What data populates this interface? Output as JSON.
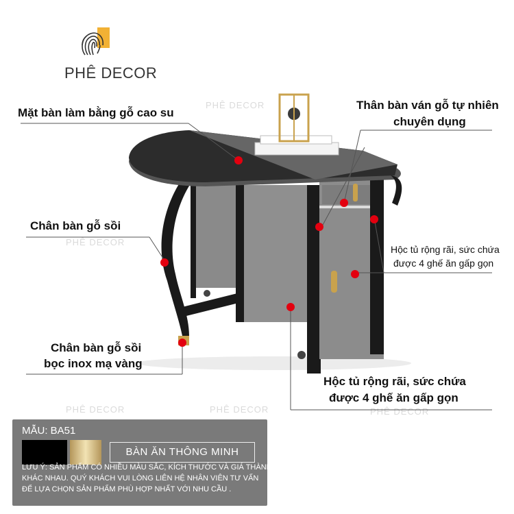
{
  "brand": {
    "name": "PHÊ DECOR",
    "logo_icon": "fingerprint-icon"
  },
  "watermark": "PHÊ DECOR",
  "callouts": {
    "top_left": "Mặt bàn làm bằng gỗ cao su",
    "top_right_line1": "Thân bàn ván gỗ tự nhiên",
    "top_right_line2": "chuyên dụng",
    "left_mid": "Chân bàn gỗ sồi",
    "right_mid_line1": "Hộc tủ rộng rãi, sức chứa",
    "right_mid_line2": "được 4 ghế ăn gấp gọn",
    "left_bottom_line1": "Chân bàn gỗ sồi",
    "left_bottom_line2": "bọc inox mạ vàng",
    "bottom_line1": "Hộc tủ rộng rãi, sức chứa",
    "bottom_line2": "được 4 ghế ăn gấp gọn"
  },
  "info": {
    "model": "MẪU: BA51",
    "product_name": "BÀN ĂN  THÔNG MINH",
    "note_line1": "LƯU Ý: SẢN PHẨM CÓ NHIỀU MÀU SẮC, KÍCH THƯỚC VÀ GIÁ THÀNH",
    "note_line2": "KHÁC NHAU. QUÝ KHÁCH VUI LÒNG LIÊN HỆ NHÂN VIÊN TƯ VẤN",
    "note_line3": "ĐỂ LỰA CHỌN SẢN PHẨM PHÙ HỢP NHẤT VỚI NHU CẦU ."
  },
  "colors": {
    "marker": "#e3000f",
    "panel": "#7a7a7a",
    "swatch_black": "#000000",
    "swatch_gold": "#d8bf84"
  }
}
